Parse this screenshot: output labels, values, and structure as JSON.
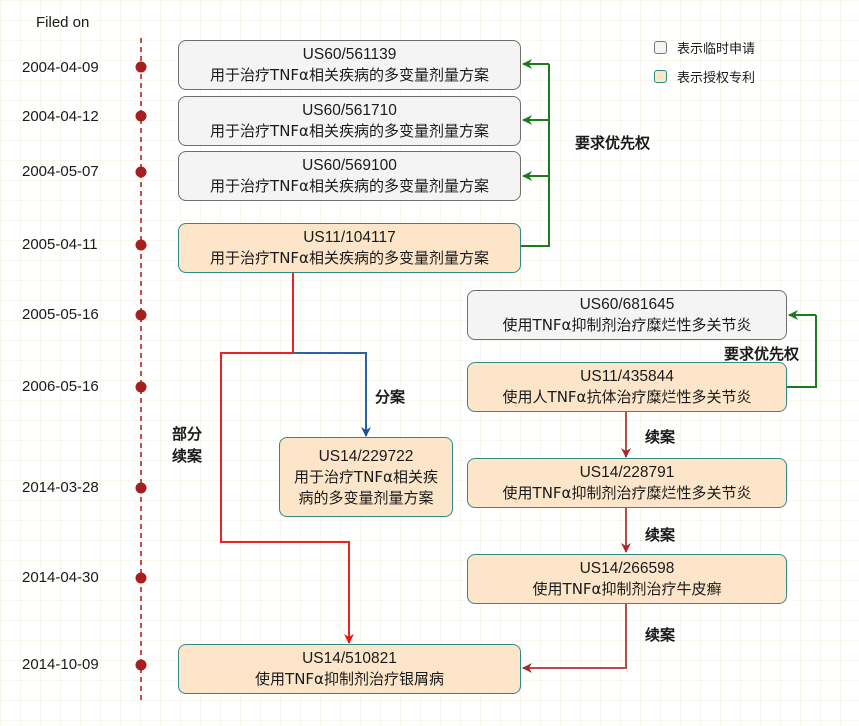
{
  "timeline": {
    "header": "Filed on",
    "dates": [
      "2004-04-09",
      "2004-04-12",
      "2004-05-07",
      "2005-04-11",
      "2005-05-16",
      "2006-05-16",
      "2014-03-28",
      "2014-04-30",
      "2014-10-09"
    ]
  },
  "legend": {
    "provisional": {
      "label": "表示临时申请",
      "color": "#f4f4f4"
    },
    "granted": {
      "label": "表示授权专利",
      "color": "#fce5c8"
    }
  },
  "applications": {
    "us60_561139": {
      "number": "US60/561139",
      "title": "用于治疗TNFα相关疾病的多变量剂量方案",
      "type": "provisional"
    },
    "us60_561710": {
      "number": "US60/561710",
      "title": "用于治疗TNFα相关疾病的多变量剂量方案",
      "type": "provisional"
    },
    "us60_569100": {
      "number": "US60/569100",
      "title": "用于治疗TNFα相关疾病的多变量剂量方案",
      "type": "provisional"
    },
    "us11_104117": {
      "number": "US11/104117",
      "title": "用于治疗TNFα相关疾病的多变量剂量方案",
      "type": "granted"
    },
    "us60_681645": {
      "number": "US60/681645",
      "title": "使用TNFα抑制剂治疗糜烂性多关节炎",
      "type": "provisional"
    },
    "us11_435844": {
      "number": "US11/435844",
      "title": "使用人TNFα抗体治疗糜烂性多关节炎",
      "type": "granted"
    },
    "us14_229722": {
      "number": "US14/229722",
      "title_line1": "用于治疗TNFα相关疾",
      "title_line2": "病的多变量剂量方案",
      "type": "granted"
    },
    "us14_228791": {
      "number": "US14/228791",
      "title": "使用TNFα抑制剂治疗糜烂性多关节炎",
      "type": "granted"
    },
    "us14_266598": {
      "number": "US14/266598",
      "title": "使用TNFα抑制剂治疗牛皮癣",
      "type": "granted"
    },
    "us14_510821": {
      "number": "US14/510821",
      "title": "使用TNFα抑制剂治疗银屑病",
      "type": "granted"
    }
  },
  "relations": {
    "priority_1": "要求优先权",
    "priority_2": "要求优先权",
    "divisional": "分案",
    "cip_line1": "部分",
    "cip_line2": "续案",
    "continuation_1": "续案",
    "continuation_2": "续案",
    "continuation_3": "续案"
  },
  "colors": {
    "priority": "#1e7a1e",
    "divisional": "#2a63a6",
    "cip": "#ee2222",
    "continuation": "#b84a4a",
    "timeline": "#a81e1e"
  }
}
